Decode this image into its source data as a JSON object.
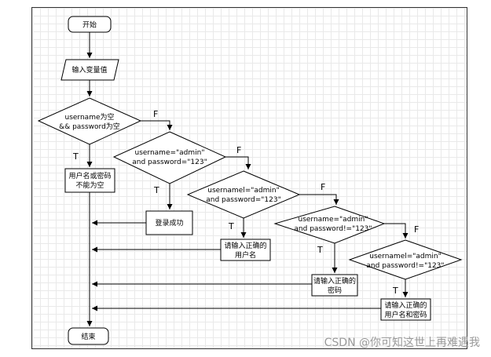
{
  "nodes": {
    "start": "开始",
    "input": "输入变量值",
    "d1": [
      "username为空",
      "&& password为空"
    ],
    "err_empty": [
      "用户名或密码",
      "不能为空"
    ],
    "d2": [
      "username=\"admin\"",
      "and password=\"123\""
    ],
    "success": "登录成功",
    "d3": [
      "usernamel=\"admin\"",
      "and password=\"123\""
    ],
    "err_user": [
      "请输入正确的",
      "用户名"
    ],
    "d4": [
      "username=\"admin\"",
      "and password!=\"123\""
    ],
    "err_pwd": [
      "请输入正确的",
      "密码"
    ],
    "d5": [
      "usernamel=\"admin\"",
      "and password!=\"123\""
    ],
    "err_both": [
      "请输入正确的",
      "用户名和密码"
    ],
    "end": "结束"
  },
  "edge_labels": {
    "t": "T",
    "f": "F"
  },
  "watermark": "CSDN @你可知这世上再难遇我"
}
